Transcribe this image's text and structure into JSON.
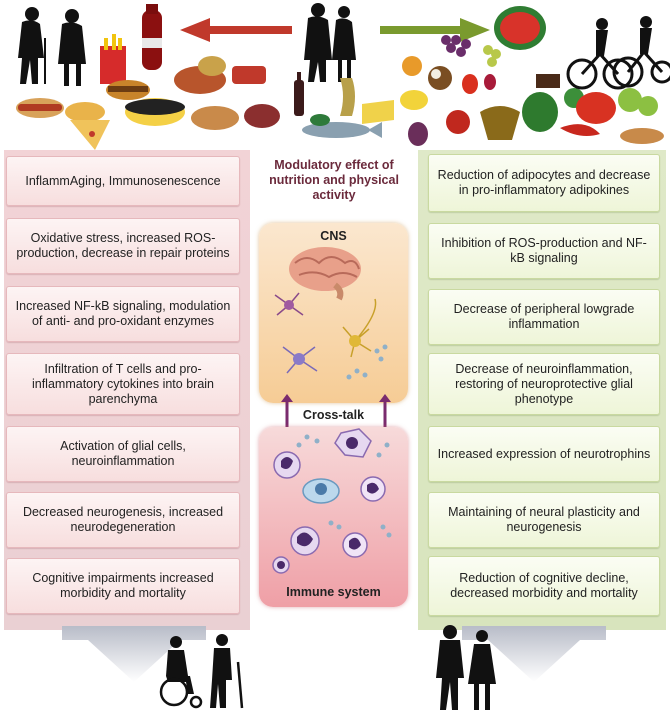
{
  "center": {
    "title": "Modulatory effect of nutrition and physical activity",
    "cns_label": "CNS",
    "crosstalk_label": "Cross-talk",
    "immune_label": "Immune system"
  },
  "left_column": {
    "items": [
      "InflammAging, Immunosenescence",
      "Oxidative stress, increased ROS-production, decrease in repair proteins",
      "Increased NF-kB signaling, modulation of anti- and pro-oxidant enzymes",
      "Infiltration of T cells and pro-inflammatory cytokines into brain parenchyma",
      "Activation of glial cells, neuroinflammation",
      "Decreased neurogenesis, increased neurodegeneration",
      "Cognitive impairments increased morbidity and mortality"
    ]
  },
  "right_column": {
    "items": [
      "Reduction of adipocytes and decrease in pro-inflammatory adipokines",
      "Inhibition of ROS-production and NF-kB signaling",
      "Decrease of peripheral lowgrade inflammation",
      "Decrease of neuroinflammation, restoring of neuroprotective glial phenotype",
      "Increased expression of neurotrophins",
      "Maintaining of neural plasticity and neurogenesis",
      "Reduction of cognitive decline, decreased morbidity and mortality"
    ]
  },
  "colors": {
    "left_arrow": "#c0392b",
    "right_arrow": "#7a9a2e",
    "title_color": "#6b2a3c",
    "crosstalk_arrow": "#7a2b6e"
  },
  "icons": {
    "top_left": "elderly-couple-silhouette-icon",
    "top_center": "couple-silhouette-icon",
    "top_right": "cycling-couple-silhouette-icon",
    "bottom_left": "wheelchair-elderly-silhouette-icon",
    "bottom_right": "walking-couple-silhouette-icon"
  }
}
